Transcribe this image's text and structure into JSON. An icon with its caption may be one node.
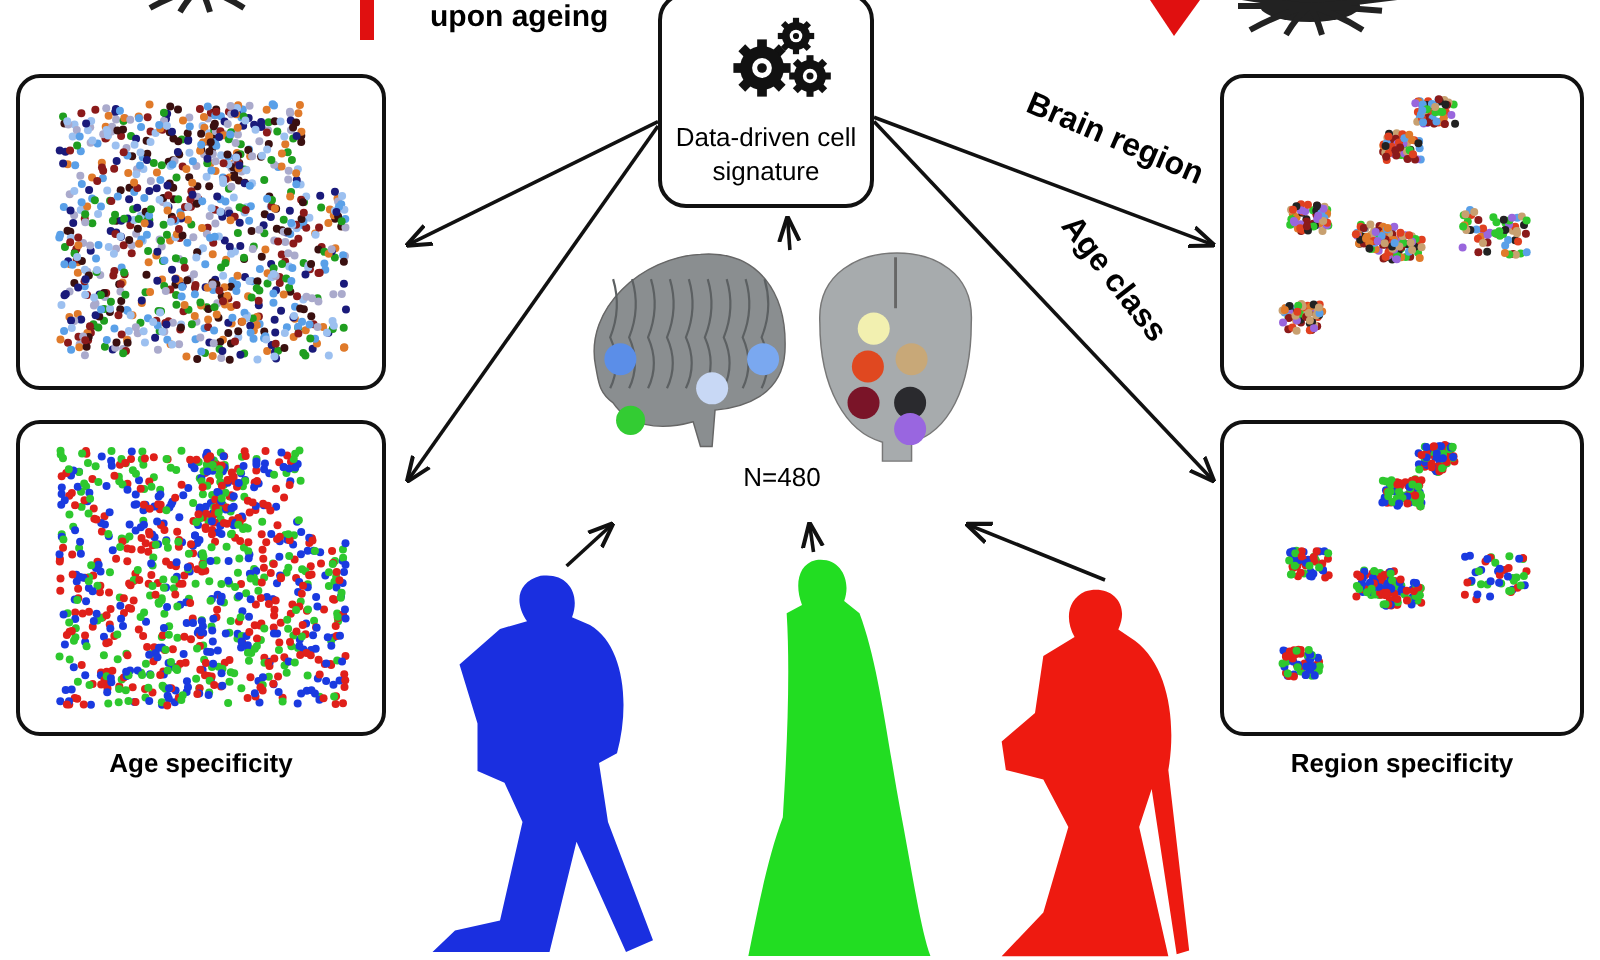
{
  "diagram": {
    "nodes": [
      {
        "text": [
          "Data-driven cell signature"
        ]
      },
      {
        "text": [],
        "shape": "box"
      },
      {
        "text": [],
        "shape": "box",
        "beside": [
          "Age specificity"
        ]
      },
      {
        "text": [],
        "shape": "box"
      },
      {
        "text": [],
        "shape": "box",
        "beside": [
          "Region specificity"
        ]
      },
      {
        "text": [
          "N=480"
        ]
      },
      {
        "text": [],
        "shape": "person"
      },
      {
        "text": [],
        "shape": "person"
      },
      {
        "text": [],
        "shape": "person"
      }
    ],
    "edges": [
      {
        "from": 0,
        "to": 1,
        "arrow": "to"
      },
      {
        "from": 0,
        "to": 2,
        "arrow": "to"
      },
      {
        "from": 0,
        "to": 3,
        "arrow": "to",
        "label": "Brain region"
      },
      {
        "from": 0,
        "to": 4,
        "arrow": "to",
        "label": "Age class"
      },
      {
        "from": 5,
        "to": 0,
        "arrow": "to"
      },
      {
        "from": 6,
        "to": 5,
        "arrow": "to"
      },
      {
        "from": 7,
        "to": 5,
        "arrow": "to"
      },
      {
        "from": 8,
        "to": 5,
        "arrow": "to"
      }
    ],
    "labels": [
      "upon ageing"
    ]
  }
}
